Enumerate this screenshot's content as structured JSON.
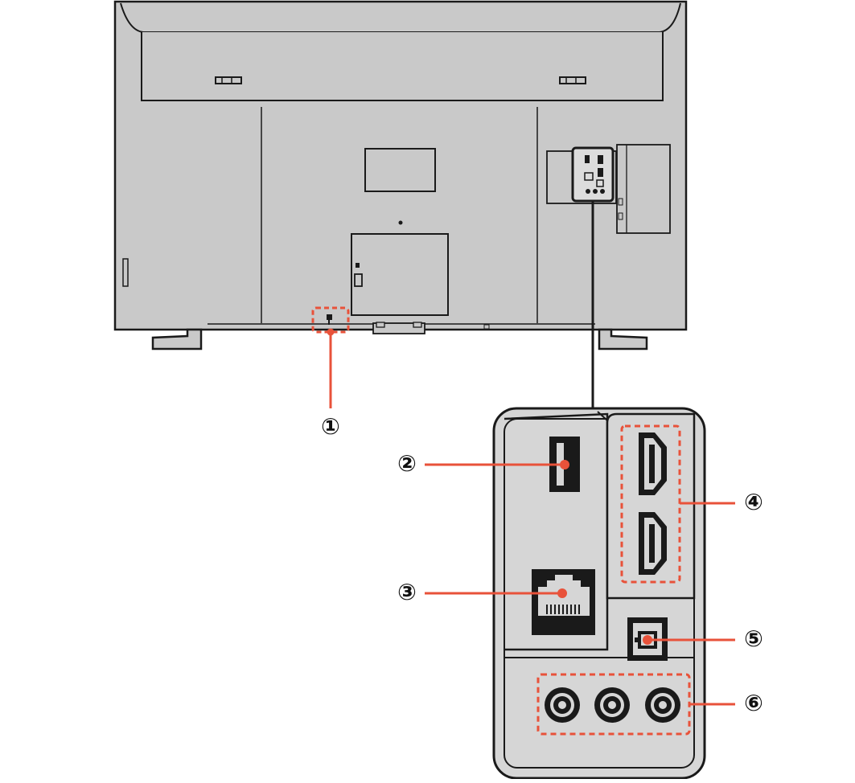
{
  "accent_color": "#e8523a",
  "outline_color": "#1a1a1a",
  "panel_gray": "#d6d6d6",
  "tv_gray": "#c9c9c9",
  "callouts": [
    {
      "label": "①",
      "target": "security-slot"
    },
    {
      "label": "②",
      "target": "usb-port"
    },
    {
      "label": "③",
      "target": "lan-port"
    },
    {
      "label": "④",
      "target": "hdmi-ports"
    },
    {
      "label": "⑤",
      "target": "optical-audio-port"
    },
    {
      "label": "⑥",
      "target": "av-rca-jacks"
    }
  ]
}
